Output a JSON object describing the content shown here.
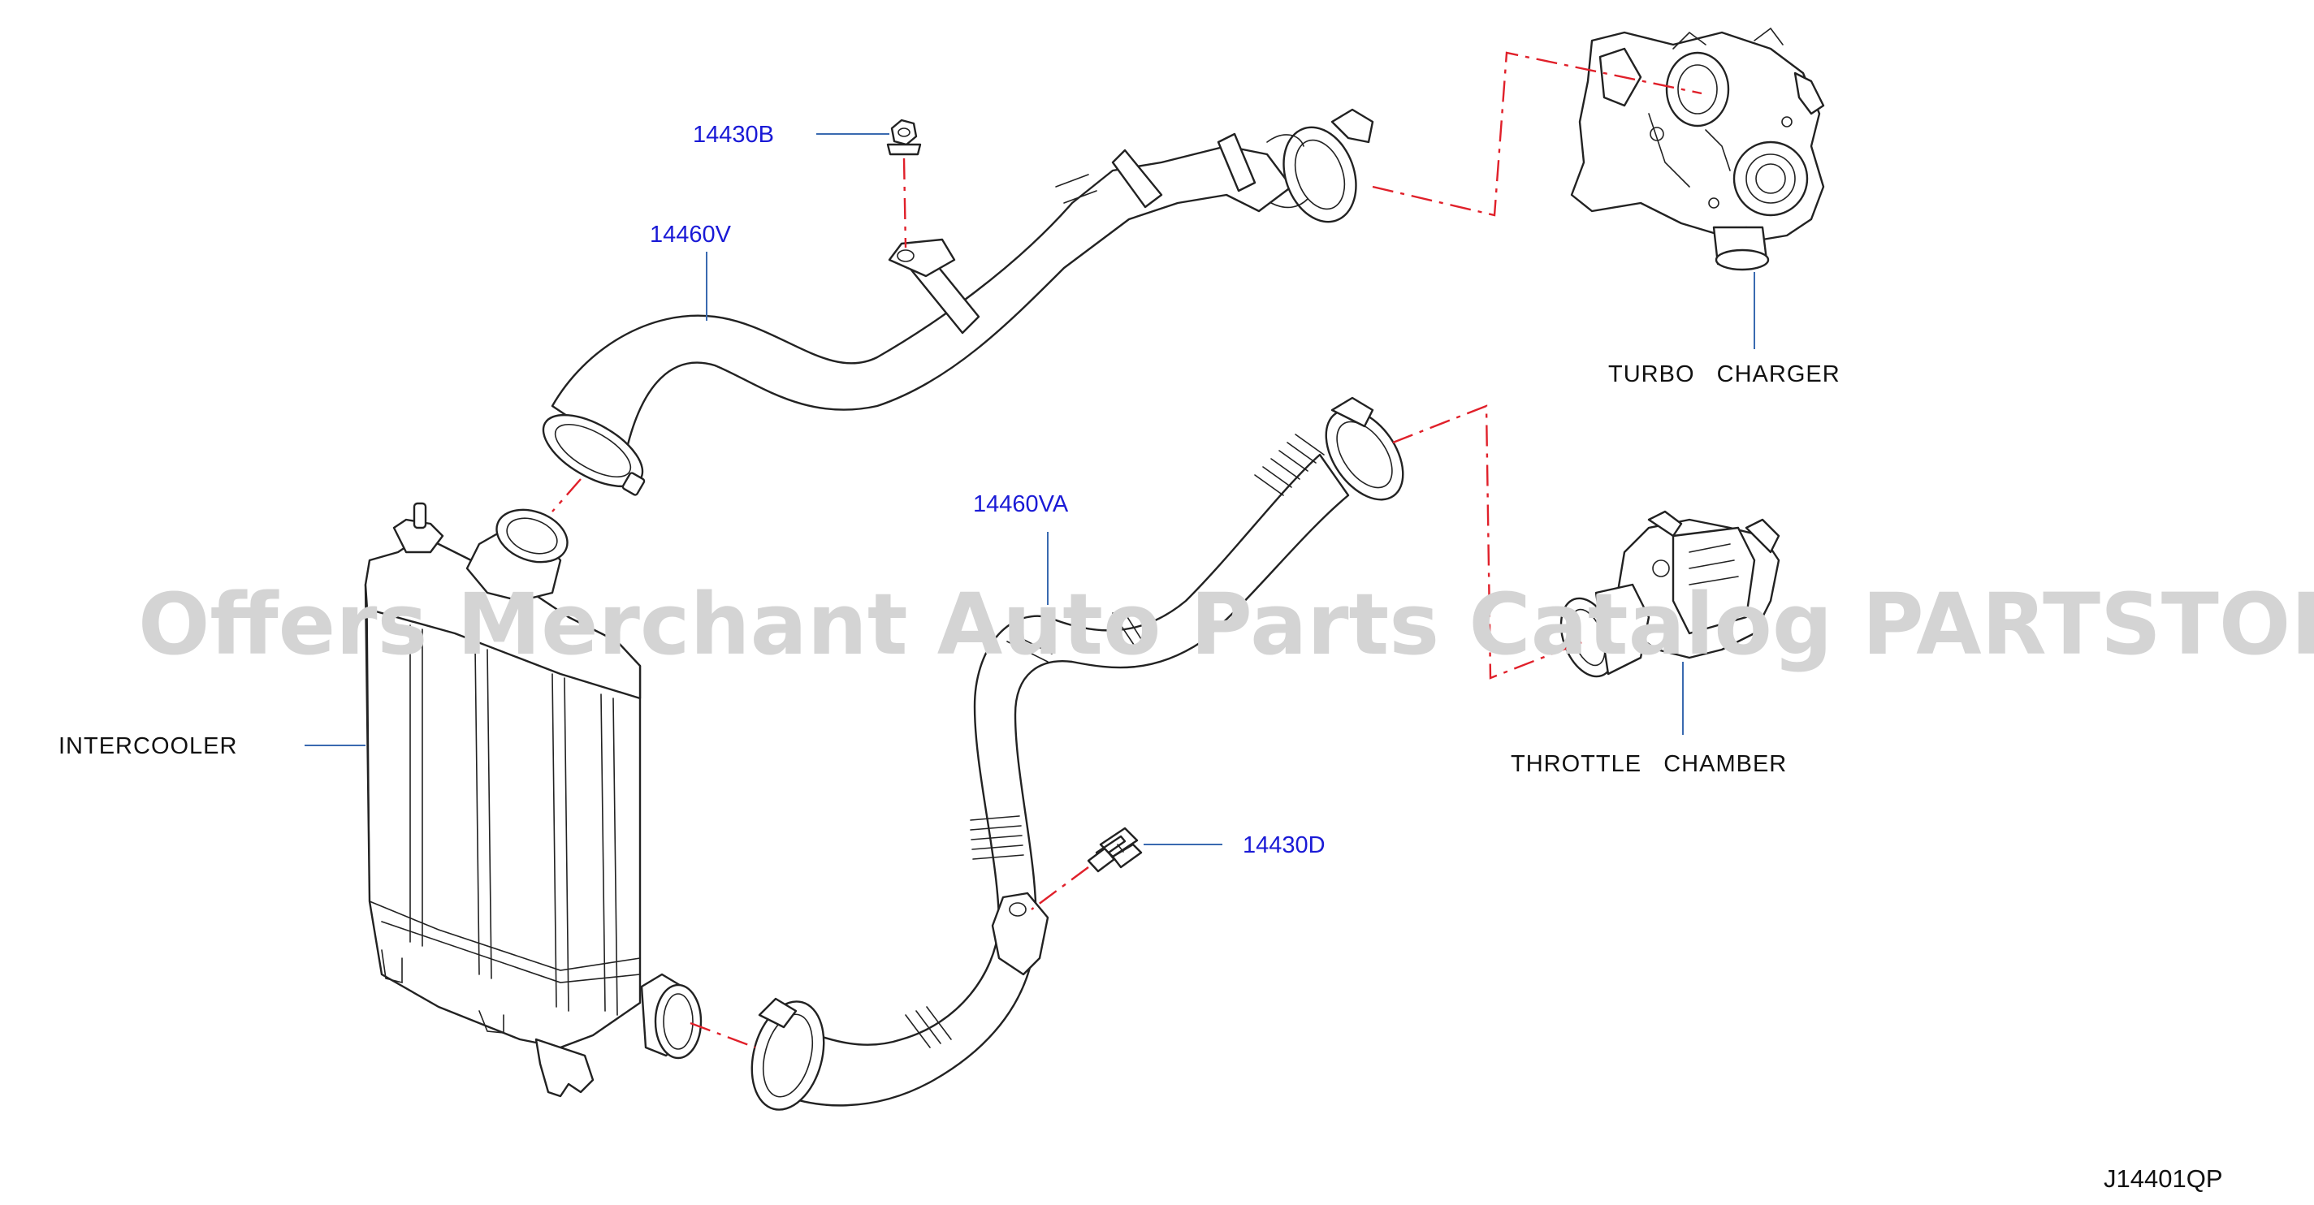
{
  "callouts": {
    "nut": "14430B",
    "upper_tube": "14460V",
    "lower_tube": "14460VA",
    "bolt": "14430D"
  },
  "labels": {
    "turbo": "TURBO   CHARGER",
    "throttle": "THROTTLE   CHAMBER",
    "intercooler": "INTERCOOLER"
  },
  "diagram_code": "J14401QP",
  "watermark": "Offers Merchant Auto Parts Catalog PARTSTORE.SA",
  "colors": {
    "callout_text": "#1a1ad6",
    "leader_line": "#3a6ab0",
    "dash_line": "#e0202a",
    "watermark": "#d4d4d4"
  }
}
